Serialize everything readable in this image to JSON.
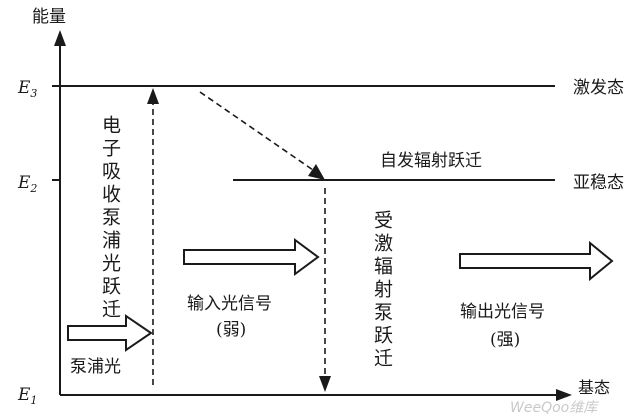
{
  "axis": {
    "y_label": "能量",
    "x_label": "基态"
  },
  "levels": {
    "e3": {
      "symbol": "E",
      "sub": "3",
      "name": "激发态"
    },
    "e2": {
      "symbol": "E",
      "sub": "2",
      "name": "亚稳态"
    },
    "e1": {
      "symbol": "E",
      "sub": "1"
    }
  },
  "transitions": {
    "pump_absorb": "电子吸收泵浦光跃迁",
    "spontaneous": "自发辐射跃迁",
    "stimulated": "受激辐射泵跃迁"
  },
  "signals": {
    "pump_light": "泵浦光",
    "input_line1": "输入光信号",
    "input_line2": "(弱)",
    "output_line1": "输出光信号",
    "output_line2": "(强)"
  },
  "watermark": "WeeQoo维库"
}
